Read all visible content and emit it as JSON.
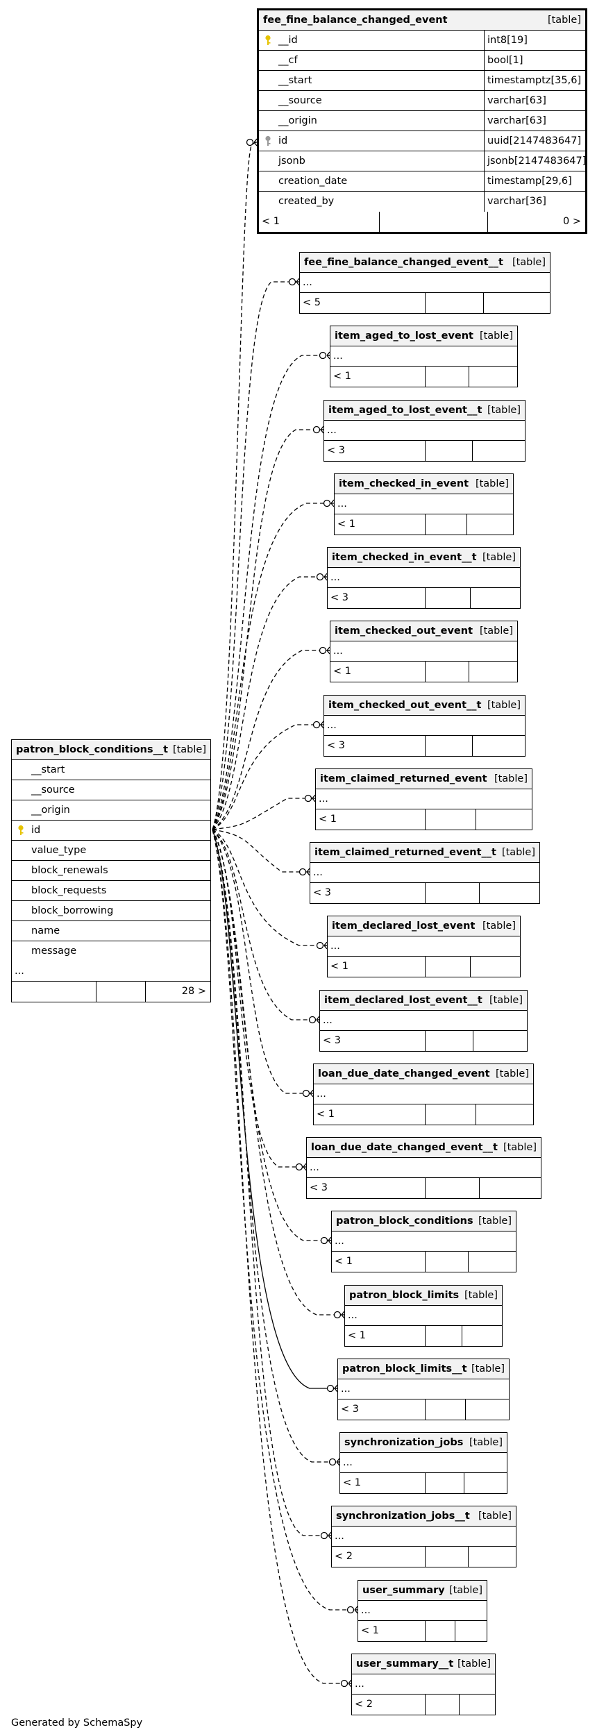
{
  "focus_table": {
    "name": "fee_fine_balance_changed_event",
    "type": "[table]",
    "columns": [
      {
        "name": "__id",
        "type": "int8[19]",
        "key": "primary"
      },
      {
        "name": "__cf",
        "type": "bool[1]",
        "key": ""
      },
      {
        "name": "__start",
        "type": "timestamptz[35,6]",
        "key": ""
      },
      {
        "name": "__source",
        "type": "varchar[63]",
        "key": ""
      },
      {
        "name": "__origin",
        "type": "varchar[63]",
        "key": ""
      },
      {
        "name": "id",
        "type": "uuid[2147483647]",
        "key": "foreign"
      },
      {
        "name": "jsonb",
        "type": "jsonb[2147483647]",
        "key": ""
      },
      {
        "name": "creation_date",
        "type": "timestamp[29,6]",
        "key": ""
      },
      {
        "name": "created_by",
        "type": "varchar[36]",
        "key": ""
      }
    ],
    "footer_left": "< 1",
    "footer_right": "0 >"
  },
  "parent_table": {
    "name": "patron_block_conditions__t",
    "type": "[table]",
    "columns": [
      {
        "name": "__start",
        "key": ""
      },
      {
        "name": "__source",
        "key": ""
      },
      {
        "name": "__origin",
        "key": ""
      },
      {
        "name": "id",
        "key": "primary"
      },
      {
        "name": "value_type",
        "key": ""
      },
      {
        "name": "block_renewals",
        "key": ""
      },
      {
        "name": "block_requests",
        "key": ""
      },
      {
        "name": "block_borrowing",
        "key": ""
      },
      {
        "name": "name",
        "key": ""
      },
      {
        "name": "message",
        "key": ""
      }
    ],
    "ellipsis": "...",
    "footer_right": "28 >"
  },
  "child_tables": [
    {
      "name": "fee_fine_balance_changed_event__t",
      "type": "[table]",
      "ellipsis": "...",
      "footer_left": "< 5"
    },
    {
      "name": "item_aged_to_lost_event",
      "type": "[table]",
      "ellipsis": "...",
      "footer_left": "< 1"
    },
    {
      "name": "item_aged_to_lost_event__t",
      "type": "[table]",
      "ellipsis": "...",
      "footer_left": "< 3"
    },
    {
      "name": "item_checked_in_event",
      "type": "[table]",
      "ellipsis": "...",
      "footer_left": "< 1"
    },
    {
      "name": "item_checked_in_event__t",
      "type": "[table]",
      "ellipsis": "...",
      "footer_left": "< 3"
    },
    {
      "name": "item_checked_out_event",
      "type": "[table]",
      "ellipsis": "...",
      "footer_left": "< 1"
    },
    {
      "name": "item_checked_out_event__t",
      "type": "[table]",
      "ellipsis": "...",
      "footer_left": "< 3"
    },
    {
      "name": "item_claimed_returned_event",
      "type": "[table]",
      "ellipsis": "...",
      "footer_left": "< 1"
    },
    {
      "name": "item_claimed_returned_event__t",
      "type": "[table]",
      "ellipsis": "...",
      "footer_left": "< 3"
    },
    {
      "name": "item_declared_lost_event",
      "type": "[table]",
      "ellipsis": "...",
      "footer_left": "< 1"
    },
    {
      "name": "item_declared_lost_event__t",
      "type": "[table]",
      "ellipsis": "...",
      "footer_left": "< 3"
    },
    {
      "name": "loan_due_date_changed_event",
      "type": "[table]",
      "ellipsis": "...",
      "footer_left": "< 1"
    },
    {
      "name": "loan_due_date_changed_event__t",
      "type": "[table]",
      "ellipsis": "...",
      "footer_left": "< 3"
    },
    {
      "name": "patron_block_conditions",
      "type": "[table]",
      "ellipsis": "...",
      "footer_left": "< 1"
    },
    {
      "name": "patron_block_limits",
      "type": "[table]",
      "ellipsis": "...",
      "footer_left": "< 1"
    },
    {
      "name": "patron_block_limits__t",
      "type": "[table]",
      "ellipsis": "...",
      "footer_left": "< 3"
    },
    {
      "name": "synchronization_jobs",
      "type": "[table]",
      "ellipsis": "...",
      "footer_left": "< 1"
    },
    {
      "name": "synchronization_jobs__t",
      "type": "[table]",
      "ellipsis": "...",
      "footer_left": "< 2"
    },
    {
      "name": "user_summary",
      "type": "[table]",
      "ellipsis": "...",
      "footer_left": "< 1"
    },
    {
      "name": "user_summary__t",
      "type": "[table]",
      "ellipsis": "...",
      "footer_left": "< 2"
    }
  ],
  "footer": "Generated by SchemaSpy",
  "colors": {
    "primary_key": "#e6c300",
    "foreign_key": "#999999",
    "header_bg": "#f2f2f2"
  }
}
